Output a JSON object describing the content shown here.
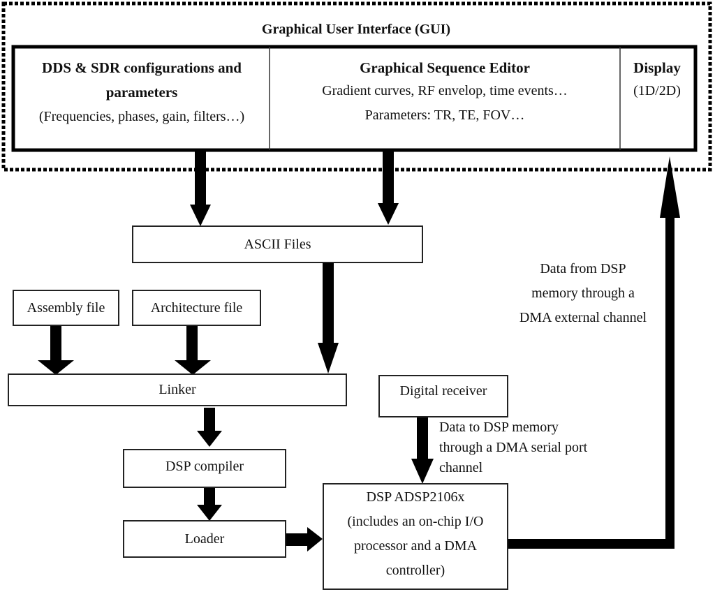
{
  "gui": {
    "title": "Graphical User Interface (GUI)",
    "panels": [
      {
        "title_line1": "DDS & SDR configurations and",
        "title_line2": "parameters",
        "subtitle": "(Frequencies, phases, gain, filters…)"
      },
      {
        "title": "Graphical Sequence Editor",
        "line1": "Gradient curves, RF envelop, time events…",
        "line2": "Parameters: TR, TE, FOV…"
      },
      {
        "title": "Display",
        "subtitle": "(1D/2D)"
      }
    ]
  },
  "boxes": {
    "ascii": "ASCII Files",
    "assembly": "Assembly file",
    "architecture": "Architecture file",
    "linker": "Linker",
    "compiler": "DSP compiler",
    "loader": "Loader",
    "receiver": "Digital receiver",
    "dsp": {
      "line1": "DSP ADSP2106x",
      "line2": "(includes an on-chip I/O",
      "line3": "processor and a DMA",
      "line4": "controller)"
    }
  },
  "annotations": {
    "from_dsp": {
      "line1": "Data from DSP",
      "line2": "memory through a",
      "line3": "DMA external channel"
    },
    "to_dsp": {
      "line1": "Data to DSP memory",
      "line2": "through a DMA serial port",
      "line3": "channel"
    }
  }
}
